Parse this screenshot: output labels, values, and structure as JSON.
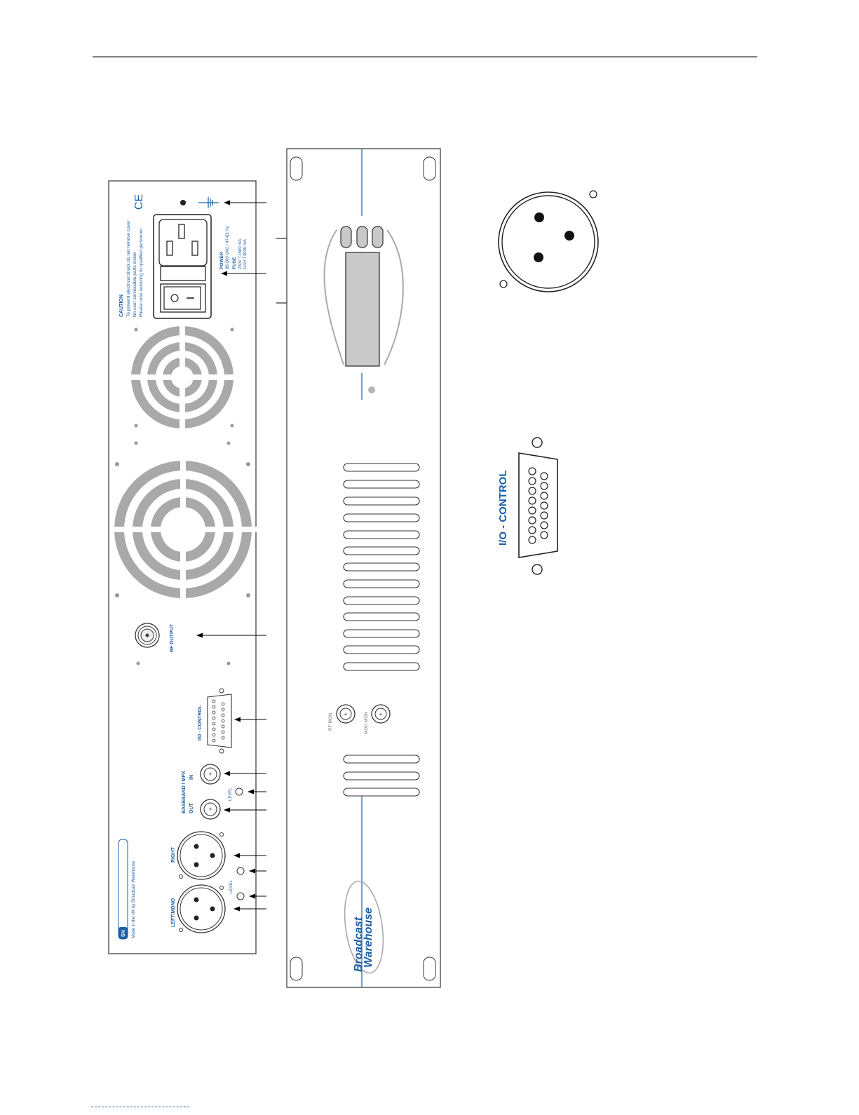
{
  "colors": {
    "brand_blue": "#1b5fa6",
    "grille_grey": "#a9a9a9",
    "panel_stroke": "#333333",
    "display_grey": "#c9c9c9"
  },
  "rear_panel": {
    "caution": {
      "title": "CAUTION",
      "line1": "To prevent electrical shock do not remove cover",
      "line2": "No user serviceable parts inside",
      "line3": "Please refer servicing to qualified personnel"
    },
    "power": {
      "title": "POWER",
      "rating": "85-260 VAC / 47-63 Hz",
      "fuse_title": "FUSE",
      "fuse_230": "230V T1500 mA",
      "fuse_110": "110V T3000 mA"
    },
    "ce_mark": "CE",
    "rf_output_label": "RF OUTPUT",
    "io_control_label": "I/O - CONTROL",
    "baseband_label": "BASEBAND / MPX",
    "in_label": "IN",
    "out_label": "OUT",
    "level_label_bnc": "LEVEL",
    "level_label_xlr": "LEVEL",
    "right_label": "RIGHT",
    "left_mono_label": "LEFT/MONO",
    "sn_label": "SN",
    "made_in": "Made in the UK by Broadcast Warehouse"
  },
  "front_panel": {
    "rf_mon_label": "RF MON",
    "mod_mon_label": "MOD MON",
    "brand_line1": "Broadcast",
    "brand_line2": "Warehouse"
  },
  "io_control_detail_label": "I/O - CONTROL"
}
